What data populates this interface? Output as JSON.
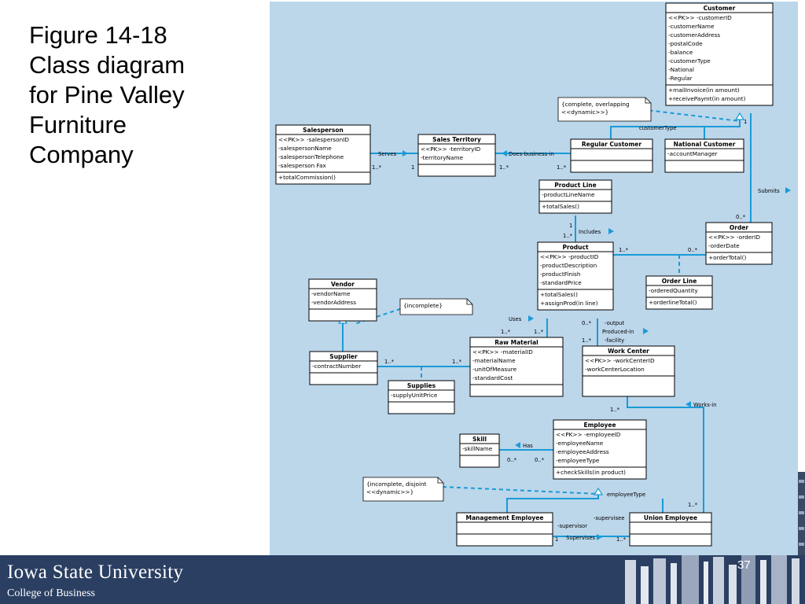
{
  "title": {
    "lines": [
      "Figure 14-18",
      "Class diagram",
      "for Pine Valley",
      "Furniture",
      "Company"
    ]
  },
  "footer": {
    "university": "Iowa State University",
    "college": "College of Business",
    "page_number": "37"
  },
  "colors": {
    "diagram_bg": "#bcd6ea",
    "connector": "#1a9bd7",
    "footer_bg": "#2b3f62"
  },
  "diagram": {
    "classes": [
      {
        "id": "customer",
        "name": "Customer",
        "attrs": [
          "<<PK>> -customerID",
          "-customerName",
          "-customerAddress",
          "-postalCode",
          "-balance",
          "-customerType",
          "-National",
          "-Regular"
        ],
        "methods": [
          "+mailInvoice(in amount)",
          "+receivePaymt(in amount)"
        ]
      },
      {
        "id": "salesperson",
        "name": "Salesperson",
        "attrs": [
          "<<PK>> -salespersonID",
          "-salespersonName",
          "-salespersonTelephone",
          "-salesperson Fax"
        ],
        "methods": [
          "+totalCommission()"
        ]
      },
      {
        "id": "sales-territory",
        "name": "Sales Territory",
        "attrs": [
          "<<PK>> -territoryID",
          "-territoryName"
        ],
        "methods": []
      },
      {
        "id": "regular-customer",
        "name": "Regular Customer",
        "attrs": [],
        "methods": []
      },
      {
        "id": "national-customer",
        "name": "National Customer",
        "attrs": [
          "-accountManager"
        ],
        "methods": []
      },
      {
        "id": "product-line",
        "name": "Product Line",
        "attrs": [
          "-productLineName"
        ],
        "methods": [
          "+totalSales()"
        ]
      },
      {
        "id": "order",
        "name": "Order",
        "attrs": [
          "<<PK>> -orderID",
          "-orderDate"
        ],
        "methods": [
          "+orderTotal()"
        ]
      },
      {
        "id": "product",
        "name": "Product",
        "attrs": [
          "<<PK>> -productID",
          "-productDescription",
          "-productFinish",
          "-standardPrice"
        ],
        "methods": [
          "+totalSales()",
          "+assignProd(in line)"
        ]
      },
      {
        "id": "order-line",
        "name": "Order Line",
        "attrs": [
          "-orderedQuantity"
        ],
        "methods": [
          "+orderlineTotal()"
        ]
      },
      {
        "id": "vendor",
        "name": "Vendor",
        "attrs": [
          "-vendorName",
          "-vendorAddress"
        ],
        "methods": []
      },
      {
        "id": "supplier",
        "name": "Supplier",
        "attrs": [
          "-contractNumber"
        ],
        "methods": []
      },
      {
        "id": "raw-material",
        "name": "Raw Material",
        "attrs": [
          "<<PK>> -materialID",
          "-materialName",
          "-unitOfMeasure",
          "-standardCost"
        ],
        "methods": []
      },
      {
        "id": "work-center",
        "name": "Work Center",
        "attrs": [
          "<<PK>> -workCenterID",
          "-workCenterLocation"
        ],
        "methods": []
      },
      {
        "id": "supplies",
        "name": "Supplies",
        "attrs": [
          "-supplyUnitPrice"
        ],
        "methods": []
      },
      {
        "id": "skill",
        "name": "Skill",
        "attrs": [
          "-skillName"
        ],
        "methods": []
      },
      {
        "id": "employee",
        "name": "Employee",
        "attrs": [
          "<<PK>> -employeeID",
          "-employeeName",
          "-employeeAddress",
          "-employeeType"
        ],
        "methods": [
          "+checkSkills(in product)"
        ]
      },
      {
        "id": "management-employee",
        "name": "Management Employee",
        "attrs": [],
        "methods": []
      },
      {
        "id": "union-employee",
        "name": "Union Employee",
        "attrs": [],
        "methods": []
      }
    ],
    "notes": [
      {
        "id": "note-customer",
        "lines": [
          "{complete, overlapping",
          "<<dynamic>>}"
        ]
      },
      {
        "id": "note-vendor",
        "lines": [
          "{incomplete}"
        ]
      },
      {
        "id": "note-employee",
        "lines": [
          "{incomplete, disjoint",
          "<<dynamic>>}"
        ]
      }
    ],
    "labels": [
      {
        "id": "serves",
        "text": "Serves"
      },
      {
        "id": "serves-m1",
        "text": "1..*"
      },
      {
        "id": "serves-m2",
        "text": "1"
      },
      {
        "id": "does-business",
        "text": "Does-business-in"
      },
      {
        "id": "does-m1",
        "text": "1..*"
      },
      {
        "id": "does-m2",
        "text": "1..*"
      },
      {
        "id": "customer-type",
        "text": "customerType"
      },
      {
        "id": "submits",
        "text": "Submits"
      },
      {
        "id": "submits-m1",
        "text": "1"
      },
      {
        "id": "submits-m2",
        "text": "0..*"
      },
      {
        "id": "includes",
        "text": "Includes"
      },
      {
        "id": "includes-m1",
        "text": "1"
      },
      {
        "id": "includes-m2",
        "text": "1..*"
      },
      {
        "id": "product-order-m1",
        "text": "1..*"
      },
      {
        "id": "product-order-m2",
        "text": "0..*"
      },
      {
        "id": "uses",
        "text": "Uses"
      },
      {
        "id": "uses-m1",
        "text": "1..*"
      },
      {
        "id": "uses-m2",
        "text": "1..*"
      },
      {
        "id": "produced-m1",
        "text": "0..*"
      },
      {
        "id": "output",
        "text": "-output"
      },
      {
        "id": "produced-in",
        "text": "Produced-in"
      },
      {
        "id": "facility",
        "text": "-facility"
      },
      {
        "id": "produced-m2",
        "text": "1..*"
      },
      {
        "id": "supplies-m1",
        "text": "1..*"
      },
      {
        "id": "supplies-m2",
        "text": "1..*"
      },
      {
        "id": "works-in",
        "text": "Works-in"
      },
      {
        "id": "works-m1",
        "text": "1..*"
      },
      {
        "id": "works-m2",
        "text": "1..*"
      },
      {
        "id": "has",
        "text": "Has"
      },
      {
        "id": "has-m1",
        "text": "0..*"
      },
      {
        "id": "has-m2",
        "text": "0..*"
      },
      {
        "id": "employee-type",
        "text": "employeeType"
      },
      {
        "id": "supervisor",
        "text": "-supervisor"
      },
      {
        "id": "supervisee",
        "text": "-supervisee"
      },
      {
        "id": "supervises",
        "text": "Supervises"
      },
      {
        "id": "supervises-m1",
        "text": "1"
      },
      {
        "id": "supervises-m2",
        "text": "1..*"
      }
    ]
  }
}
